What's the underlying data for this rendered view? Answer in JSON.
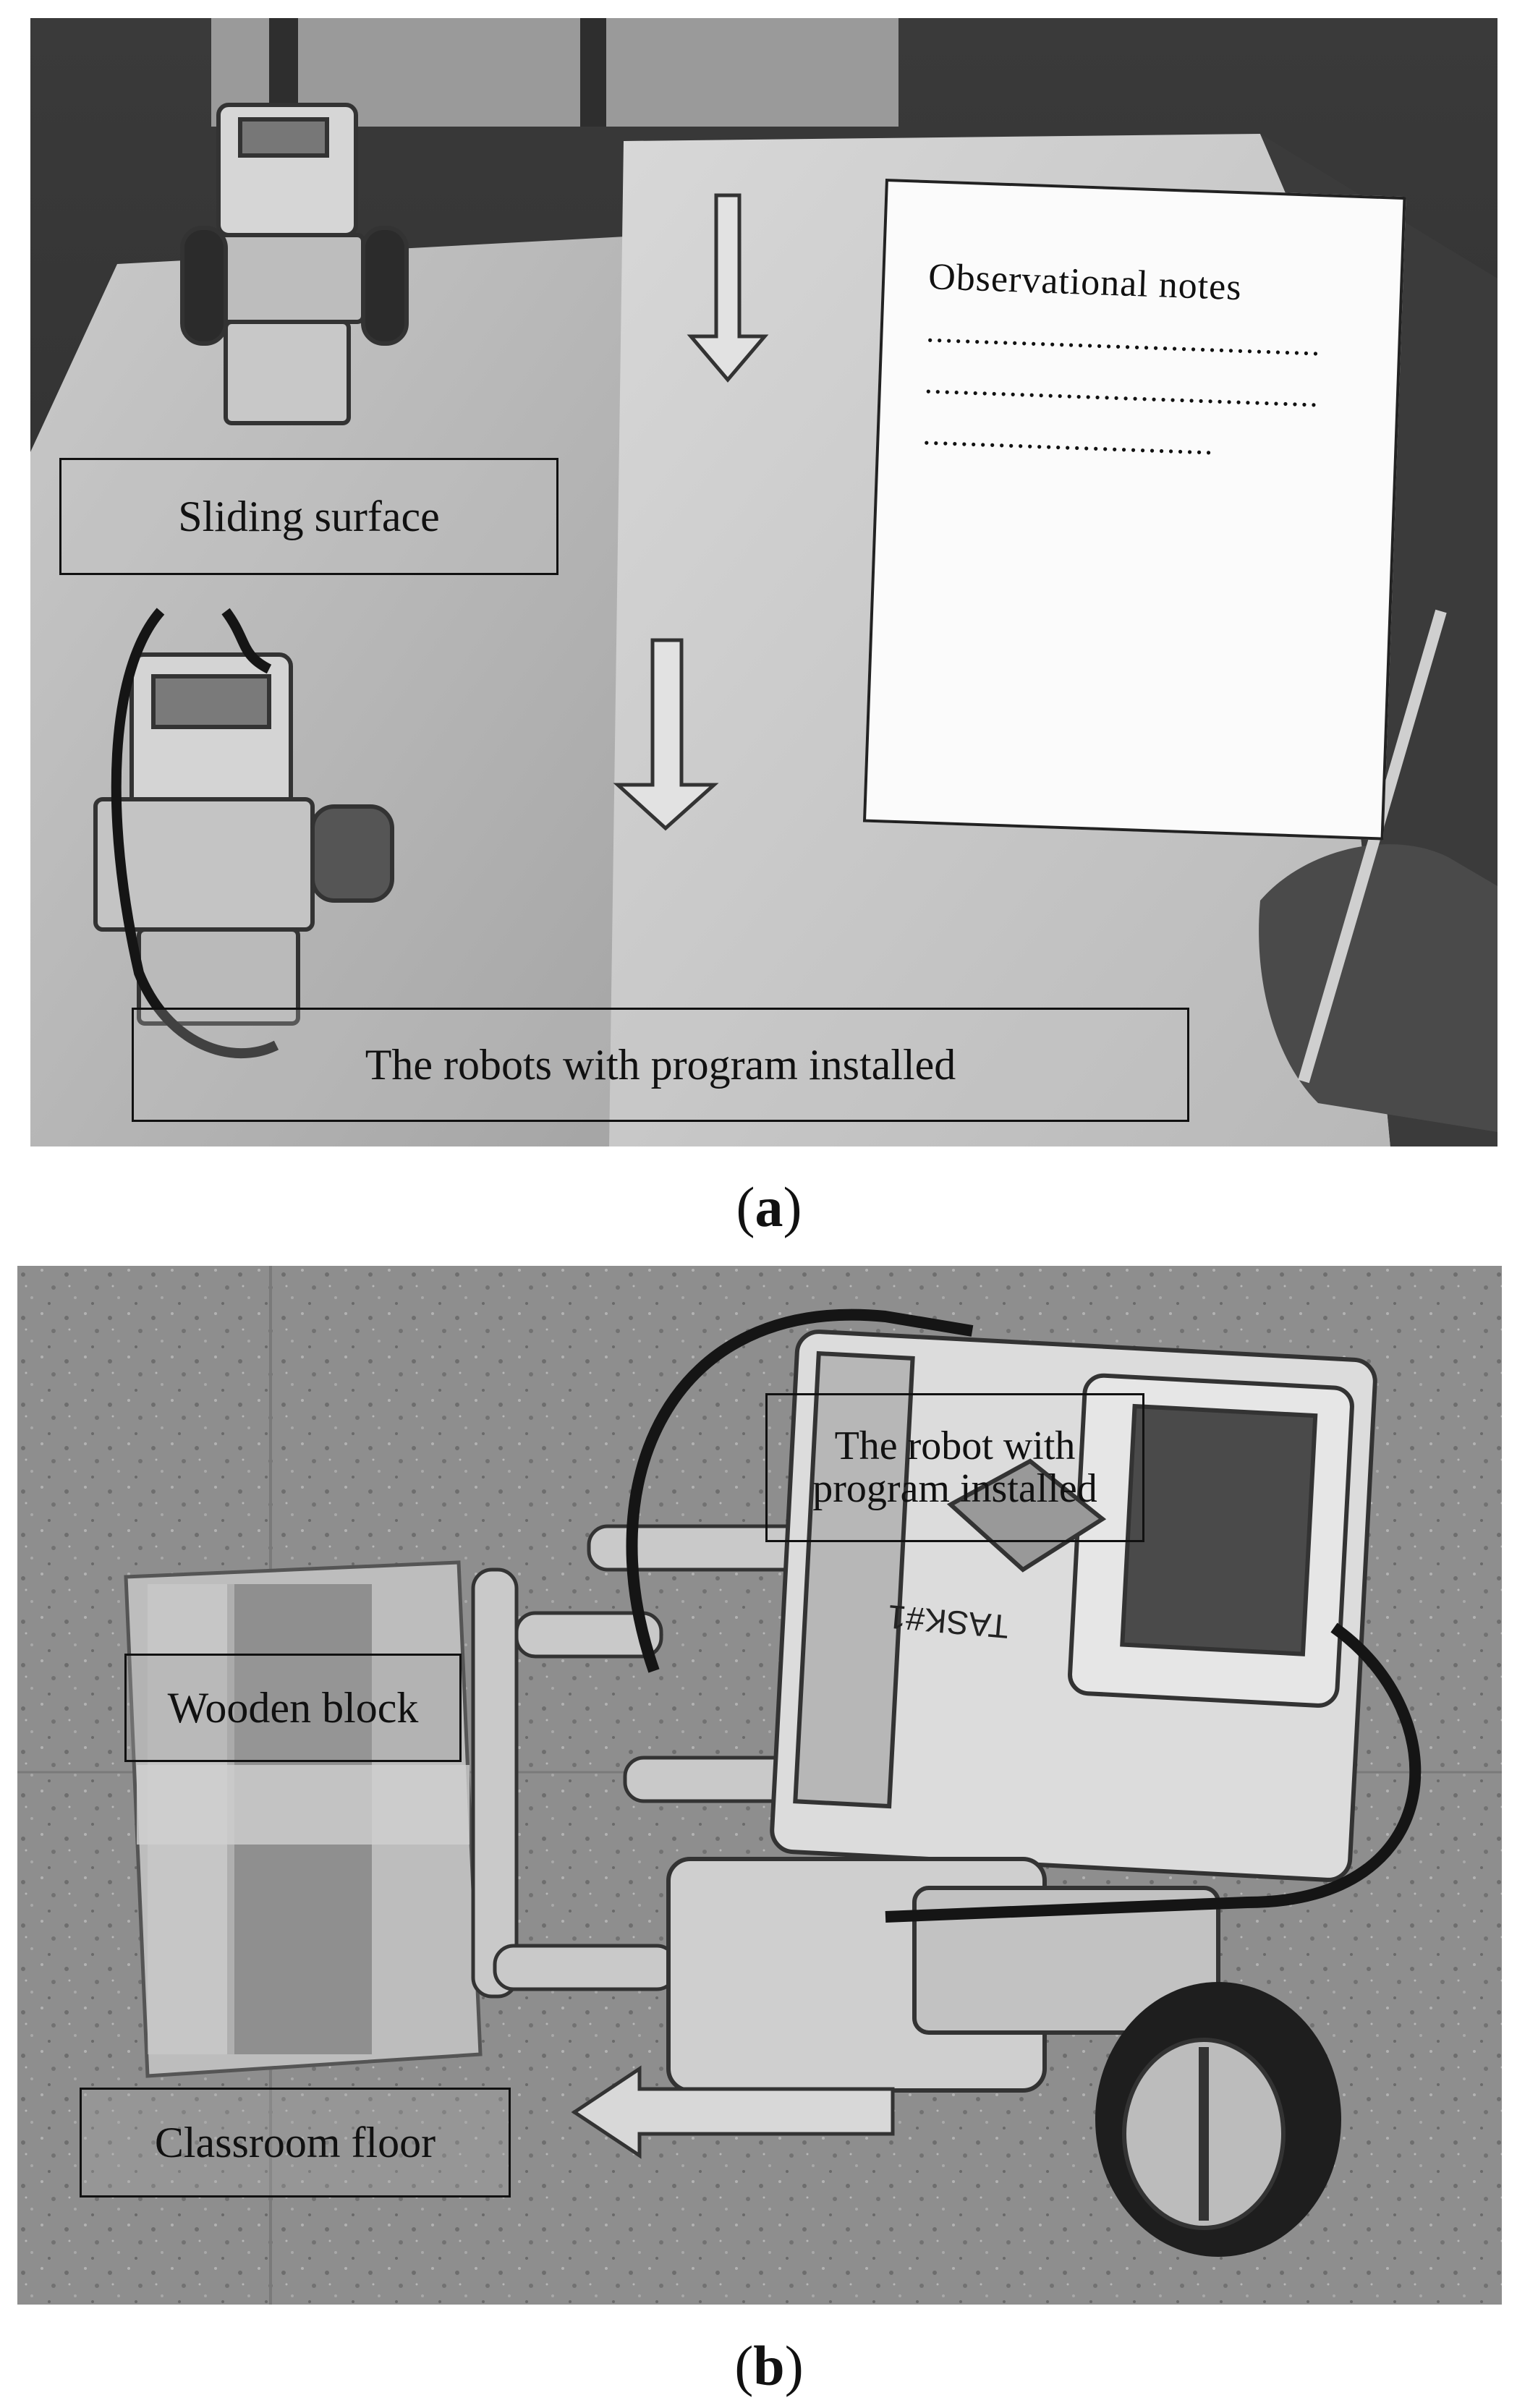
{
  "panel_a": {
    "caption_open": "(",
    "caption_letter": "a",
    "caption_close": ")",
    "labels": {
      "sliding_surface": "Sliding surface",
      "robots": "The robots with program installed",
      "notes_title": "Observational notes",
      "notes_line_1": "..........................................",
      "notes_line_2": "..........................................",
      "notes_line_3": "..............................."
    }
  },
  "panel_b": {
    "caption_open": "(",
    "caption_letter": "b",
    "caption_close": ")",
    "labels": {
      "robot": "The robot with program installed",
      "wooden_block": "Wooden block",
      "classroom_floor": "Classroom floor",
      "brick_sticker": "TASK#1"
    }
  }
}
